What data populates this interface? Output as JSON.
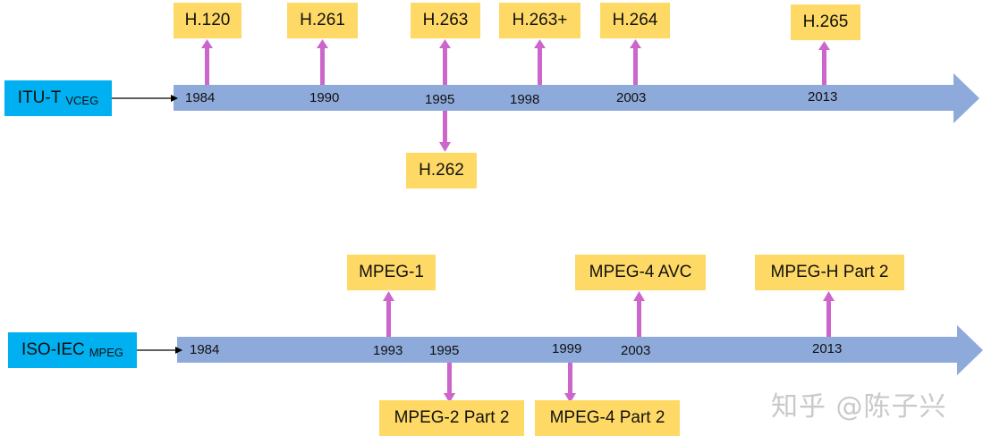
{
  "timelines": [
    {
      "label": "ITU-T",
      "sublabel": "VCEG",
      "years": [
        "1984",
        "1990",
        "1995",
        "1998",
        "2003",
        "2013"
      ],
      "standards_above": [
        "H.120",
        "H.261",
        "H.263",
        "H.263+",
        "H.264",
        "H.265"
      ],
      "standards_below": [
        "H.262"
      ]
    },
    {
      "label": "ISO-IEC",
      "sublabel": "MPEG",
      "years": [
        "1984",
        "1993",
        "1995",
        "1999",
        "2003",
        "2013"
      ],
      "standards_above": [
        "MPEG-1",
        "MPEG-4 AVC",
        "MPEG-H Part 2"
      ],
      "standards_below": [
        "MPEG-2 Part 2",
        "MPEG-4 Part 2"
      ]
    }
  ],
  "watermark": "知乎 @陈子兴",
  "colors": {
    "timeline_arrow": "#8eaadb",
    "label_box": "#00b0f0",
    "standard_box": "#ffd966",
    "connector_arrow": "#cc66cc"
  }
}
